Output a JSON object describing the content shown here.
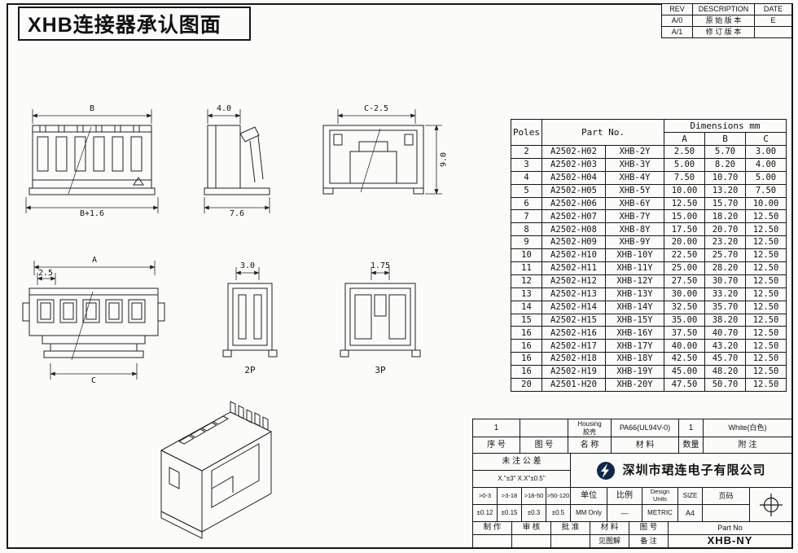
{
  "sheet": {
    "title": "XHB连接器承认图面"
  },
  "revision_table": {
    "headers": {
      "rev": "REV",
      "description": "DESCRIPTION",
      "date": "DATE"
    },
    "rows": [
      {
        "rev": "A/0",
        "description": "原 始 版 本",
        "date": "E"
      },
      {
        "rev": "A/1",
        "description": "修 订 版 本",
        "date": ""
      }
    ]
  },
  "drawings": {
    "front_view": {
      "dim_top": "B",
      "dim_bottom": "B+1.6"
    },
    "side_view": {
      "dim_top": "4.0",
      "dim_bottom": "7.6"
    },
    "rear_view": {
      "dim_top": "C-2.5",
      "dim_right": "9.0"
    },
    "bottom_view": {
      "dim_top": "A",
      "dim_pitch": "2.5",
      "dim_bottom": "C"
    },
    "two_pole_view": {
      "dim_top": "3.0",
      "label": "2P"
    },
    "three_pole_view": {
      "dim_top": "1.75",
      "label": "3P"
    }
  },
  "dimensions_table": {
    "col_poles": "Poles",
    "col_part_no": "Part No.",
    "col_dimensions": "Dimensions mm",
    "col_a": "A",
    "col_b": "B",
    "col_c": "C",
    "rows": [
      [
        "2",
        "A2502-H02",
        "XHB-2Y",
        "2.50",
        "5.70",
        "3.00"
      ],
      [
        "3",
        "A2502-H03",
        "XHB-3Y",
        "5.00",
        "8.20",
        "4.00"
      ],
      [
        "4",
        "A2502-H04",
        "XHB-4Y",
        "7.50",
        "10.70",
        "5.00"
      ],
      [
        "5",
        "A2502-H05",
        "XHB-5Y",
        "10.00",
        "13.20",
        "7.50"
      ],
      [
        "6",
        "A2502-H06",
        "XHB-6Y",
        "12.50",
        "15.70",
        "10.00"
      ],
      [
        "7",
        "A2502-H07",
        "XHB-7Y",
        "15.00",
        "18.20",
        "12.50"
      ],
      [
        "8",
        "A2502-H08",
        "XHB-8Y",
        "17.50",
        "20.70",
        "12.50"
      ],
      [
        "9",
        "A2502-H09",
        "XHB-9Y",
        "20.00",
        "23.20",
        "12.50"
      ],
      [
        "10",
        "A2502-H10",
        "XHB-10Y",
        "22.50",
        "25.70",
        "12.50"
      ],
      [
        "11",
        "A2502-H11",
        "XHB-11Y",
        "25.00",
        "28.20",
        "12.50"
      ],
      [
        "12",
        "A2502-H12",
        "XHB-12Y",
        "27.50",
        "30.70",
        "12.50"
      ],
      [
        "13",
        "A2502-H13",
        "XHB-13Y",
        "30.00",
        "33.20",
        "12.50"
      ],
      [
        "14",
        "A2502-H14",
        "XHB-14Y",
        "32.50",
        "35.70",
        "12.50"
      ],
      [
        "15",
        "A2502-H15",
        "XHB-15Y",
        "35.00",
        "38.20",
        "12.50"
      ],
      [
        "16",
        "A2502-H16",
        "XHB-16Y",
        "37.50",
        "40.70",
        "12.50"
      ],
      [
        "16",
        "A2502-H17",
        "XHB-17Y",
        "40.00",
        "43.20",
        "12.50"
      ],
      [
        "16",
        "A2502-H18",
        "XHB-18Y",
        "42.50",
        "45.70",
        "12.50"
      ],
      [
        "16",
        "A2502-H19",
        "XHB-19Y",
        "45.00",
        "48.20",
        "12.50"
      ],
      [
        "20",
        "A2501-H20",
        "XHB-20Y",
        "47.50",
        "50.70",
        "12.50"
      ]
    ]
  },
  "title_block": {
    "item_row": {
      "no": "1",
      "name_en": "Housing",
      "name_cn": "胶壳",
      "material": "PA66(UL94V-0)",
      "qty": "1",
      "note": "White(白色)"
    },
    "header_row": {
      "no": "序 号",
      "fig_no": "图  号",
      "name": "名 称",
      "material": "材  料",
      "qty": "数量",
      "note": "附  注"
    },
    "tolerance": {
      "title": "未 注 公 差",
      "angle": "X.\"±3\"  X.X\"±0.5\"",
      "ranges": [
        ">0-3",
        ">3-18",
        ">18-50",
        ">50-120"
      ],
      "values": [
        "±0.12",
        "±0.15",
        "±0.3",
        "±0.5"
      ]
    },
    "company": "深圳市珺连电子有限公司",
    "units": {
      "label": "单位",
      "value": "MM Only"
    },
    "scale": {
      "label": "比例",
      "value": "—"
    },
    "design_units": {
      "label1": "Design",
      "label2": "Units",
      "value": "METRIC"
    },
    "size": {
      "label": "SIZE",
      "value": "A4"
    },
    "page": {
      "label": "页码",
      "value": ""
    },
    "sign_row": {
      "make": "制 作",
      "check": "审 核",
      "approve": "批 准",
      "material": "材 料",
      "fig": "图 号"
    },
    "value_row": {
      "material_value": "见图解",
      "remark": "备 注"
    },
    "part_no": {
      "label": "Part No",
      "value": "XHB-NY"
    }
  }
}
